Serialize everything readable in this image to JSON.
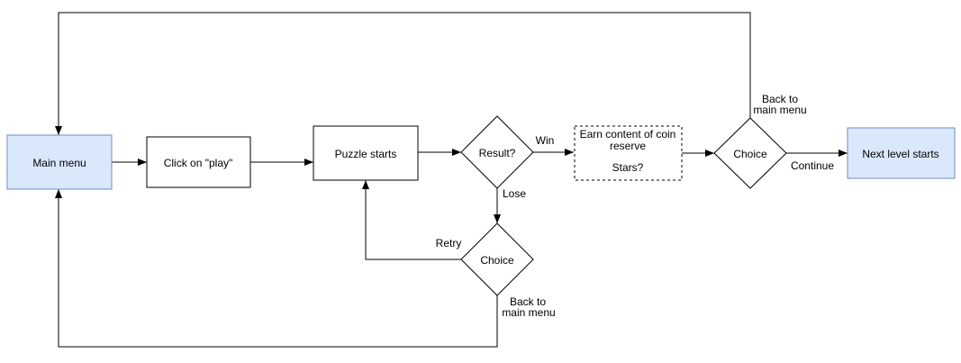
{
  "diagram": {
    "type": "flowchart",
    "background": "#ffffff",
    "colors": {
      "highlight_fill": "#dae8fc",
      "highlight_stroke": "#6c8ebf",
      "shape_fill": "#ffffff",
      "shape_stroke": "#000000",
      "connector": "#000000",
      "text": "#000000"
    },
    "nodes": {
      "main_menu": {
        "label": "Main menu",
        "shape": "rectangle",
        "style": "highlighted"
      },
      "click_play": {
        "label": "Click on \"play\"",
        "shape": "rectangle",
        "style": "default"
      },
      "puzzle_starts": {
        "label": "Puzzle starts",
        "shape": "rectangle",
        "style": "default"
      },
      "result": {
        "label": "Result?",
        "shape": "diamond",
        "style": "default"
      },
      "earn_reward": {
        "label_lines": [
          "Earn content of coin",
          "reserve"
        ],
        "question": "Stars?",
        "shape": "rectangle",
        "style": "dashed"
      },
      "choice_win": {
        "label": "Choice",
        "shape": "diamond",
        "style": "default"
      },
      "next_level": {
        "label": "Next level starts",
        "shape": "rectangle",
        "style": "highlighted"
      },
      "choice_lose": {
        "label": "Choice",
        "shape": "diamond",
        "style": "default"
      }
    },
    "edges": {
      "win": {
        "label": "Win",
        "from": "result",
        "to": "earn_reward"
      },
      "lose": {
        "label": "Lose",
        "from": "result",
        "to": "choice_lose"
      },
      "continue": {
        "label": "Continue",
        "from": "choice_win",
        "to": "next_level"
      },
      "retry": {
        "label": "Retry",
        "from": "choice_lose",
        "to": "puzzle_starts"
      },
      "back_to_main_from_win": {
        "label_lines": [
          "Back to",
          "main menu"
        ],
        "from": "choice_win",
        "to": "main_menu"
      },
      "back_to_main_from_lose": {
        "label_lines": [
          "Back to",
          "main menu"
        ],
        "from": "choice_lose",
        "to": "main_menu"
      }
    }
  }
}
